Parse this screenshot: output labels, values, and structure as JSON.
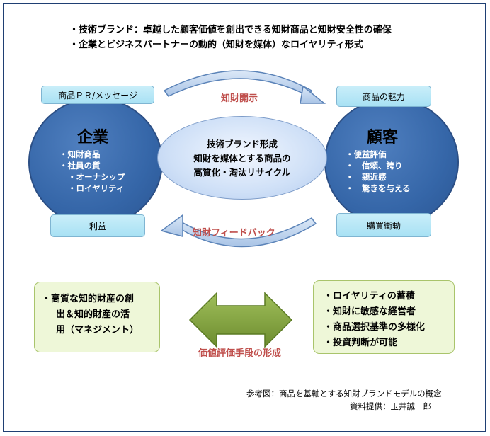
{
  "header": {
    "line1": "・技術ブランド：卓越した顧客価値を創出できる知財商品と知財安全性の確保",
    "line2": "・企業とビジネスパートナーの動的（知財を媒体）なロイヤリティ形式"
  },
  "company": {
    "title": "企業",
    "items": [
      "・知財商品",
      "・社員の質",
      "・オーナシップ",
      "・ロイヤリティ"
    ],
    "top_tag": "商品ＰＲ/メッセージ",
    "bottom_tag": "利益"
  },
  "customer": {
    "title": "顧客",
    "items": [
      "・便益評価",
      "・　信頼、誇り",
      "・　親近感",
      "・　驚きを与える"
    ],
    "top_tag": "商品の魅力",
    "bottom_tag": "購買衝動"
  },
  "center": {
    "lines": [
      "技術ブランド形成",
      "知財を媒体とする商品の",
      "高質化・淘汰リサイクル"
    ]
  },
  "arrows": {
    "top_label": "知財開示",
    "bottom_label": "知財フィードバック",
    "double_label": "価値評価手段の形成"
  },
  "left_box": {
    "lines": [
      "・高質な知的財産の創",
      "出＆知的財産の活",
      "用（マネジメント）"
    ]
  },
  "right_box": {
    "lines": [
      "・ロイヤリティの蓄積",
      "・知財に敏感な経営者",
      "・商品選択基準の多様化",
      "・投資判断が可能"
    ]
  },
  "caption": {
    "line1": "参考図：商品を基軸とする知財ブランドモデルの概念",
    "line2": "資料提供：玉井誠一郎"
  },
  "colors": {
    "circle_blue": "#3566a8",
    "tag_cyan": "#b6e6f6",
    "arrow_label_red": "#c0504d",
    "green_fill": "#eef7d8",
    "arrow_green": "#7a9a3a"
  }
}
